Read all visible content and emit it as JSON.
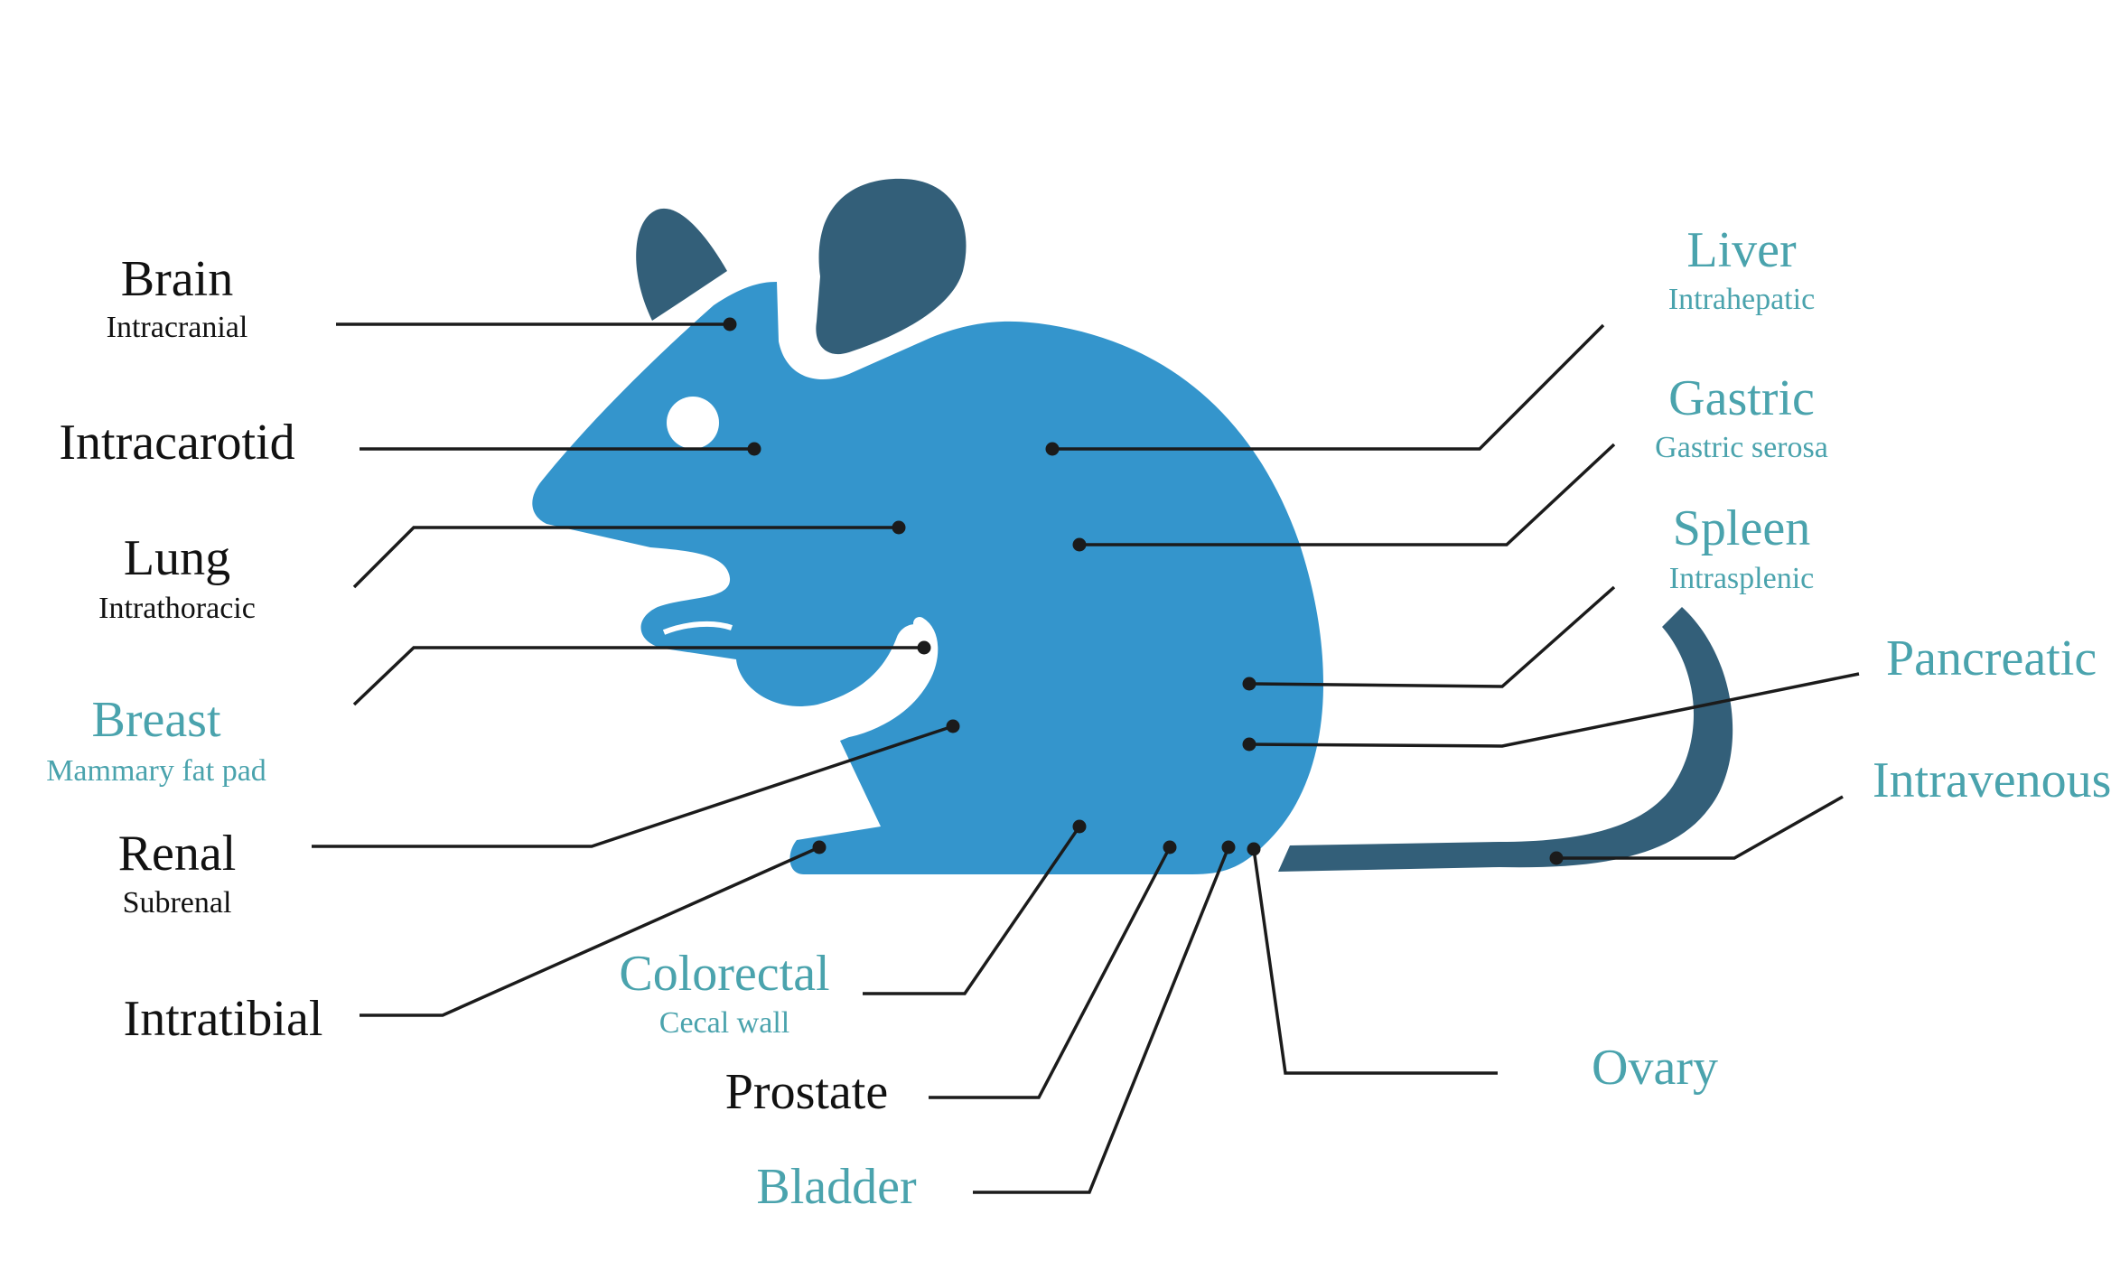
{
  "colors": {
    "body": "#3495cc",
    "ear_tail": "#335f79",
    "dark_label": "#111111",
    "teal_label": "#4aa3ad",
    "leader": "#1b1b1b"
  },
  "labels": {
    "brain": {
      "title": "Brain",
      "sub": "Intracranial"
    },
    "intracarotid": {
      "title": "Intracarotid"
    },
    "lung": {
      "title": "Lung",
      "sub": "Intrathoracic"
    },
    "breast": {
      "title": "Breast",
      "sub": "Mammary fat pad"
    },
    "renal": {
      "title": "Renal",
      "sub": "Subrenal"
    },
    "intratibial": {
      "title": "Intratibial"
    },
    "colorectal": {
      "title": "Colorectal",
      "sub": "Cecal wall"
    },
    "prostate": {
      "title": "Prostate"
    },
    "bladder": {
      "title": "Bladder"
    },
    "ovary": {
      "title": "Ovary"
    },
    "liver": {
      "title": "Liver",
      "sub": "Intrahepatic"
    },
    "gastric": {
      "title": "Gastric",
      "sub": "Gastric serosa"
    },
    "spleen": {
      "title": "Spleen",
      "sub": "Intrasplenic"
    },
    "pancreatic": {
      "title": "Pancreatic"
    },
    "intravenous": {
      "title": "Intravenous"
    }
  }
}
